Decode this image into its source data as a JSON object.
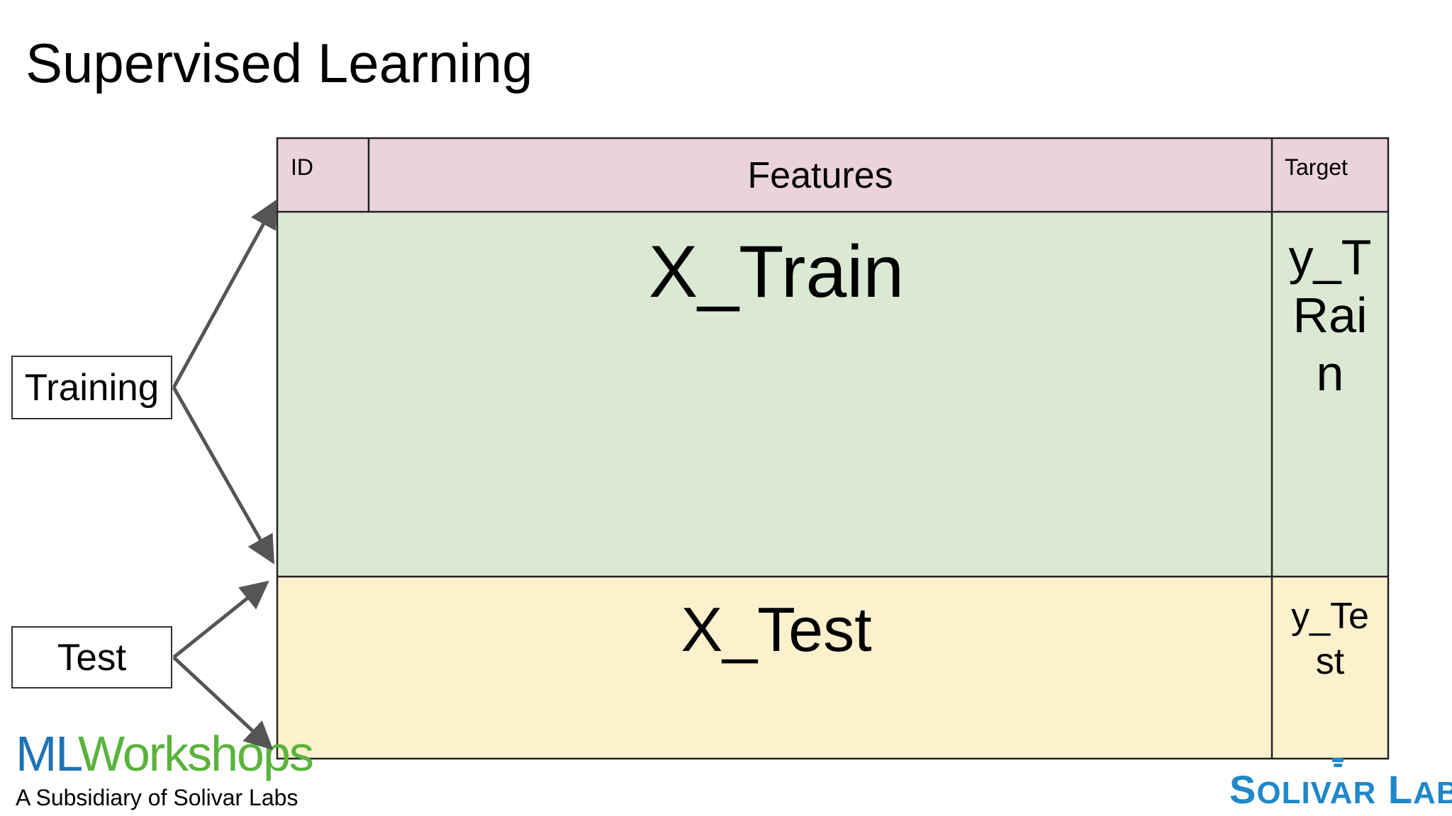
{
  "title": "Supervised Learning",
  "labels": {
    "training": "Training",
    "test": "Test"
  },
  "table": {
    "header": {
      "id": "ID",
      "features": "Features",
      "target": "Target"
    },
    "x_train": "X_Train",
    "y_train_lines": [
      "y_T",
      "Rai",
      "n"
    ],
    "x_test": "X_Test",
    "y_test_lines": [
      "y_Te",
      "st"
    ]
  },
  "footer": {
    "logo_ml": "ML",
    "logo_workshops": "Workshops",
    "subsidiary": "A Subsidiary of Solivar Labs",
    "brand_solivar_s": "S",
    "brand_solivar_rest": "OLIVAR",
    "brand_labs_l": "L",
    "brand_labs_rest": "ABS"
  },
  "colors": {
    "header_bg": "#ead3dc",
    "train_bg": "#d9e9d4",
    "test_bg": "#fdf0cd",
    "arrow": "#555555",
    "brand_blue": "#1f73b5",
    "brand_green": "#5ab33c",
    "solivar_blue": "#1f88c9"
  }
}
